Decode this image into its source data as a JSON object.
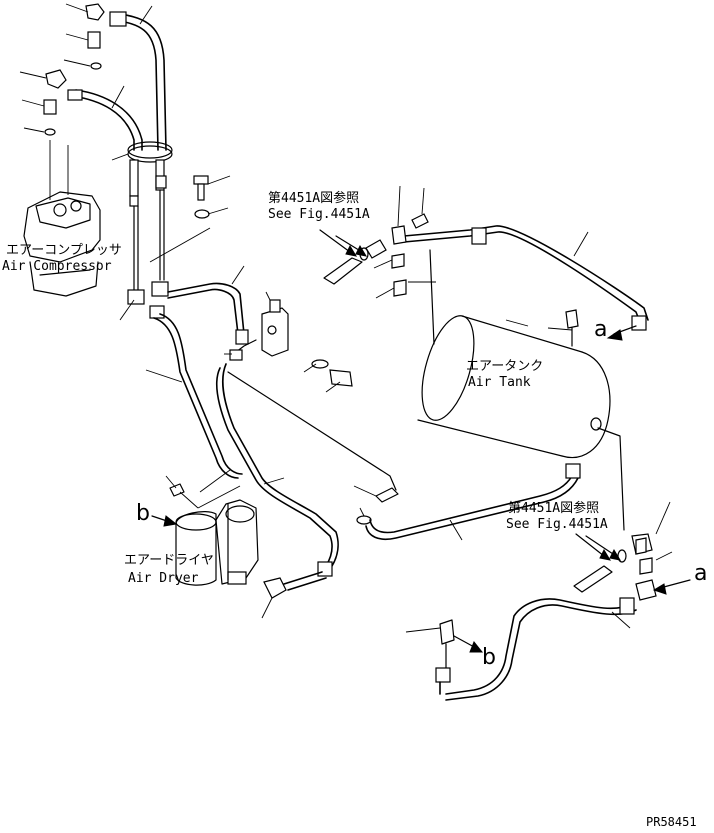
{
  "labels": {
    "air_compressor_jp": "エアーコンプレッサ",
    "air_compressor_en": "Air Compressor",
    "air_tank_jp": "エアータンク",
    "air_tank_en": "Air Tank",
    "air_dryer_jp": "エアードライヤ",
    "air_dryer_en": "Air Dryer",
    "ref_top_jp": "第4451A図参照",
    "ref_top_en": "See Fig.4451A",
    "ref_bottom_jp": "第4451A図参照",
    "ref_bottom_en": "See Fig.4451A",
    "mark_a_1": "a",
    "mark_a_2": "a",
    "mark_b_1": "b",
    "mark_b_2": "b",
    "figure_code": "PR58451"
  }
}
